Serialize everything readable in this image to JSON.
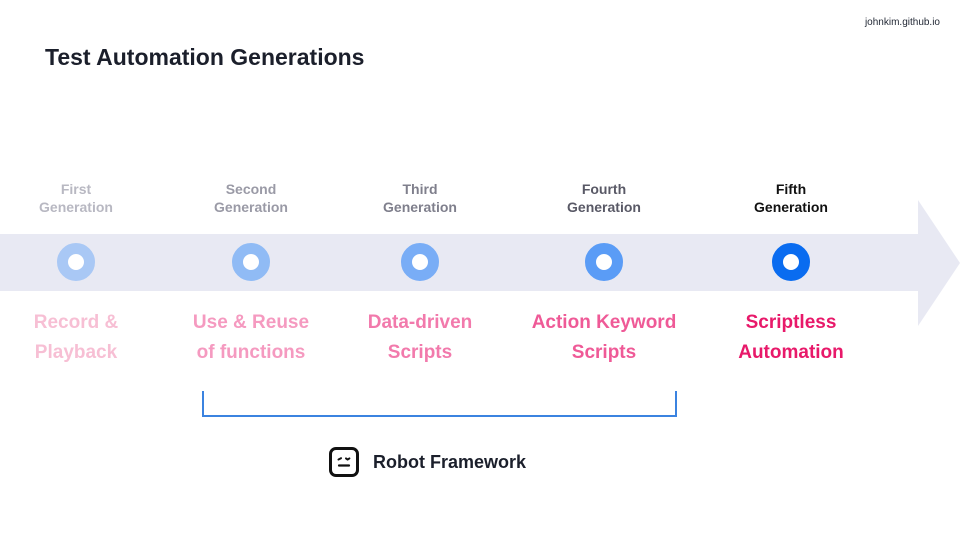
{
  "site": "johnkim.github.io",
  "title": "Test Automation Generations",
  "generations": [
    {
      "line1": "First",
      "line2": "Generation",
      "label_color": "#b8b8c2",
      "dot_color": "#a9c8f5",
      "approach1": "Record &",
      "approach2": "Playback",
      "approach_color": "#f7bfd4"
    },
    {
      "line1": "Second",
      "line2": "Generation",
      "label_color": "#9a9aa6",
      "dot_color": "#90bbf5",
      "approach1": "Use & Reuse",
      "approach2": "of functions",
      "approach_color": "#f59ac0"
    },
    {
      "line1": "Third",
      "line2": "Generation",
      "label_color": "#7f7f8c",
      "dot_color": "#79adf6",
      "approach1": "Data-driven",
      "approach2": "Scripts",
      "approach_color": "#f27aac"
    },
    {
      "line1": "Fourth",
      "line2": "Generation",
      "label_color": "#595966",
      "dot_color": "#5a9cf6",
      "approach1": "Action Keyword",
      "approach2": "Scripts",
      "approach_color": "#ef5a97"
    },
    {
      "line1": "Fifth",
      "line2": "Generation",
      "label_color": "#111111",
      "dot_color": "#0a6cf0",
      "approach1": "Scriptless",
      "approach2": "Automation",
      "approach_color": "#e8196a"
    }
  ],
  "framework": {
    "name": "Robot Framework",
    "icon": "robot-framework-logo-icon",
    "bracket_color": "#3b83e0"
  }
}
